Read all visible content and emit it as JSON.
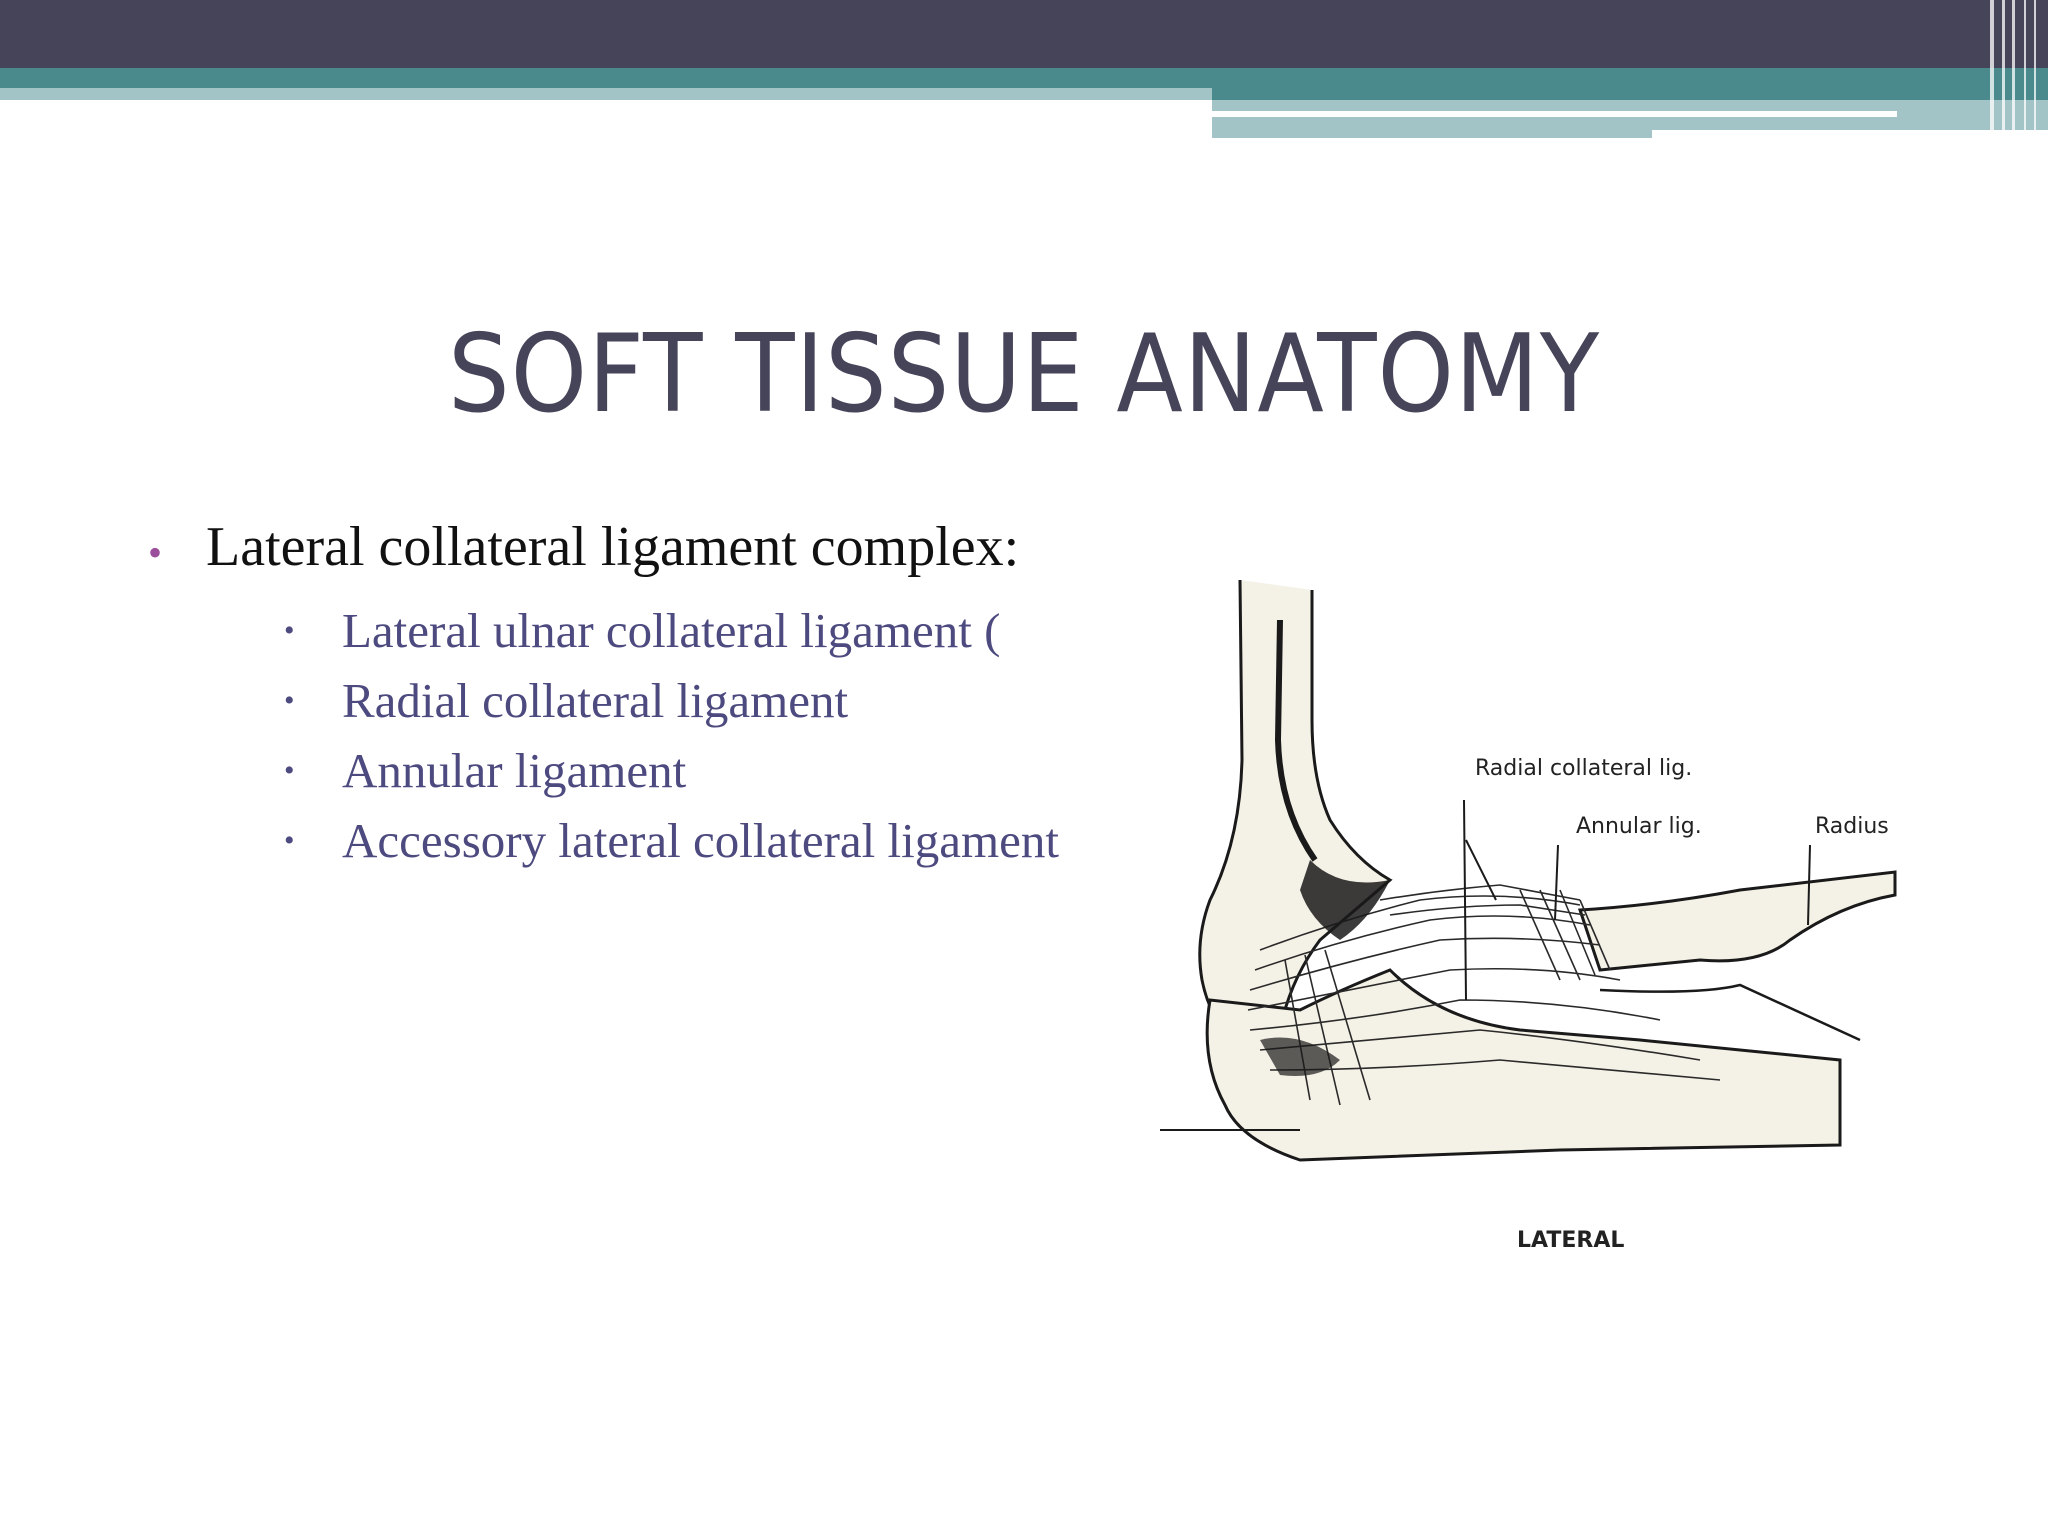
{
  "slide": {
    "title": "SOFT TISSUE ANATOMY",
    "main_bullet": "Lateral collateral ligament complex:",
    "sub_bullets": [
      "Lateral ulnar collateral ligament (",
      "Radial collateral ligament",
      "Annular ligament",
      "Accessory lateral collateral ligament"
    ],
    "bullet_glyph": "•"
  },
  "figure": {
    "labels": {
      "radial_collateral": "Radial collateral lig.",
      "annular": "Annular lig.",
      "radius": "Radius",
      "lateral": "LATERAL"
    }
  },
  "colors": {
    "header_dark": "#464459",
    "header_teal": "#4a8a8c",
    "header_light": "#a3c4c6",
    "title": "#464459",
    "main_bullet_dot": "#9b4f9b",
    "sub_text": "#4d4a7f",
    "bone_fill": "#f4f1e6"
  }
}
